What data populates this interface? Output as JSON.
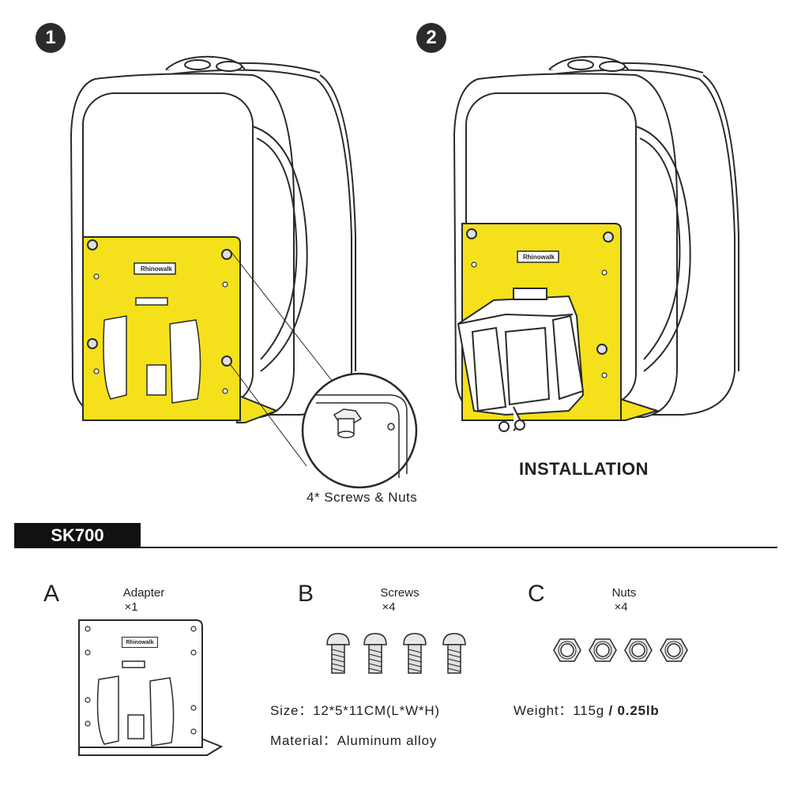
{
  "steps": [
    {
      "number": "1"
    },
    {
      "number": "2"
    }
  ],
  "step1": {
    "brand_label": "Rhinowalk",
    "detail_caption": "4* Screws & Nuts"
  },
  "step2": {
    "brand_label": "Rhinowalk",
    "caption": "INSTALLATION"
  },
  "model": "SK700",
  "parts": [
    {
      "letter": "A",
      "name": "Adapter",
      "qty": "×1",
      "brand_label": "Rhinowalk"
    },
    {
      "letter": "B",
      "name": "Screws",
      "qty": "×4"
    },
    {
      "letter": "C",
      "name": "Nuts",
      "qty": "×4"
    }
  ],
  "specs": {
    "size_label": "Size：",
    "size_value": "12*5*11CM(L*W*H)",
    "weight_label": "Weight：",
    "weight_value": "115g",
    "weight_sep": " / ",
    "weight_value_lb": "0.25lb",
    "material_label": "Material：",
    "material_value": "Aluminum alloy"
  },
  "colors": {
    "plate_yellow": "#f4e11c",
    "line": "#2a2a2a",
    "badge": "#2b2b2b"
  }
}
